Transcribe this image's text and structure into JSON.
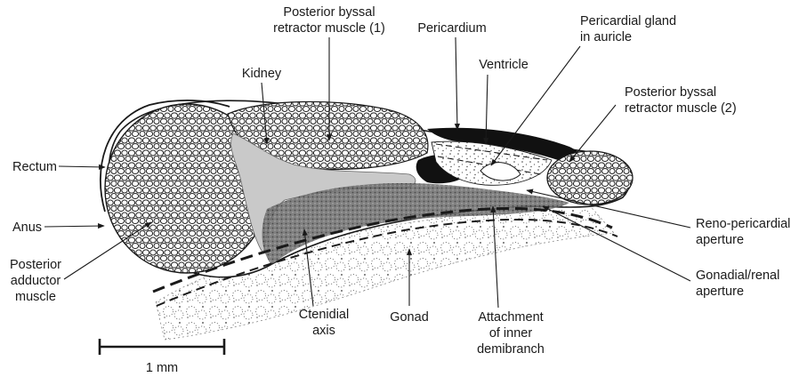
{
  "labels": {
    "posterior_byssal_1": [
      "Posterior byssal",
      "retractor muscle (1)"
    ],
    "pericardium": "Pericardium",
    "pericardial_gland": [
      "Pericardial gland",
      "in auricle"
    ],
    "kidney": "Kidney",
    "ventricle": "Ventricle",
    "posterior_byssal_2": [
      "Posterior byssal",
      "retractor muscle (2)"
    ],
    "rectum": "Rectum",
    "anus": "Anus",
    "posterior_adductor": [
      "Posterior",
      "adductor",
      "muscle"
    ],
    "reno_pericardial": [
      "Reno-pericardial",
      "aperture"
    ],
    "gonadial_renal": [
      "Gonadial/renal",
      "aperture"
    ],
    "ctenidial_axis": [
      "Ctenidial",
      "axis"
    ],
    "gonad": "Gonad",
    "attachment": [
      "Attachment",
      "of inner",
      "demibranch"
    ],
    "scale": "1 mm"
  },
  "colors": {
    "ink": "#1a1a1a",
    "kidney_fill": "#c9c9c9",
    "dark_region": "#111111"
  }
}
